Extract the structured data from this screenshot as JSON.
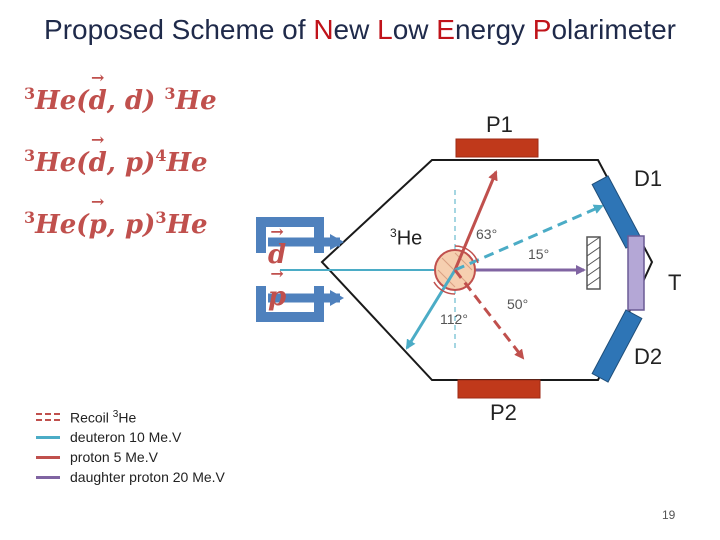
{
  "title": {
    "p1": "Proposed Scheme of ",
    "new": "N",
    "ew": "ew ",
    "low": "L",
    "ow": "ow ",
    "energy": "E",
    "nergy": "nergy ",
    "polar": "P",
    "olarimeter": "olarimeter"
  },
  "reactions": [
    {
      "t1": "3",
      "a": "He(",
      "v": "d",
      "b": ", d) ",
      "t2": "3",
      "c": "He"
    },
    {
      "t1": "3",
      "a": "He(",
      "v": "d",
      "b": ", p)",
      "t2": "4",
      "c": "He"
    },
    {
      "t1": "3",
      "a": "He(",
      "v": "p",
      "b": ", p)",
      "t2": "3",
      "c": "He"
    }
  ],
  "beams": {
    "d": "d",
    "p": "p"
  },
  "detectors": {
    "p1": "P1",
    "p2": "P2",
    "d1": "D1",
    "d2": "D2",
    "t": "T"
  },
  "target": {
    "sup": "3",
    "label": "He"
  },
  "angles": {
    "a63": "63°",
    "a15": "15°",
    "a50": "50°",
    "a112": "112°"
  },
  "legend": [
    {
      "label_pre": "Recoil ",
      "sup": "3",
      "label_post": "He",
      "color": "#c0504d",
      "style": "dashed-double"
    },
    {
      "label_pre": "deuteron 10 Me.V",
      "sup": "",
      "label_post": "",
      "color": "#4bacc6",
      "style": "solid"
    },
    {
      "label_pre": "proton 5 Me.V",
      "sup": "",
      "label_post": "",
      "color": "#c0504d",
      "style": "solid"
    },
    {
      "label_pre": "daughter proton 20 Me.V",
      "sup": "",
      "label_post": "",
      "color": "#8064a2",
      "style": "solid"
    }
  ],
  "colors": {
    "chamber": "#1a1a1a",
    "detector_p": "#c0391b",
    "detector_d": "#2e75b6",
    "target_t": "#b4a7d6",
    "beam_pipe": "#4f81bd",
    "deuteron": "#4bacc6",
    "proton": "#c0504d",
    "daughter": "#8064a2",
    "recoil": "#c0504d"
  },
  "page_number": "19"
}
